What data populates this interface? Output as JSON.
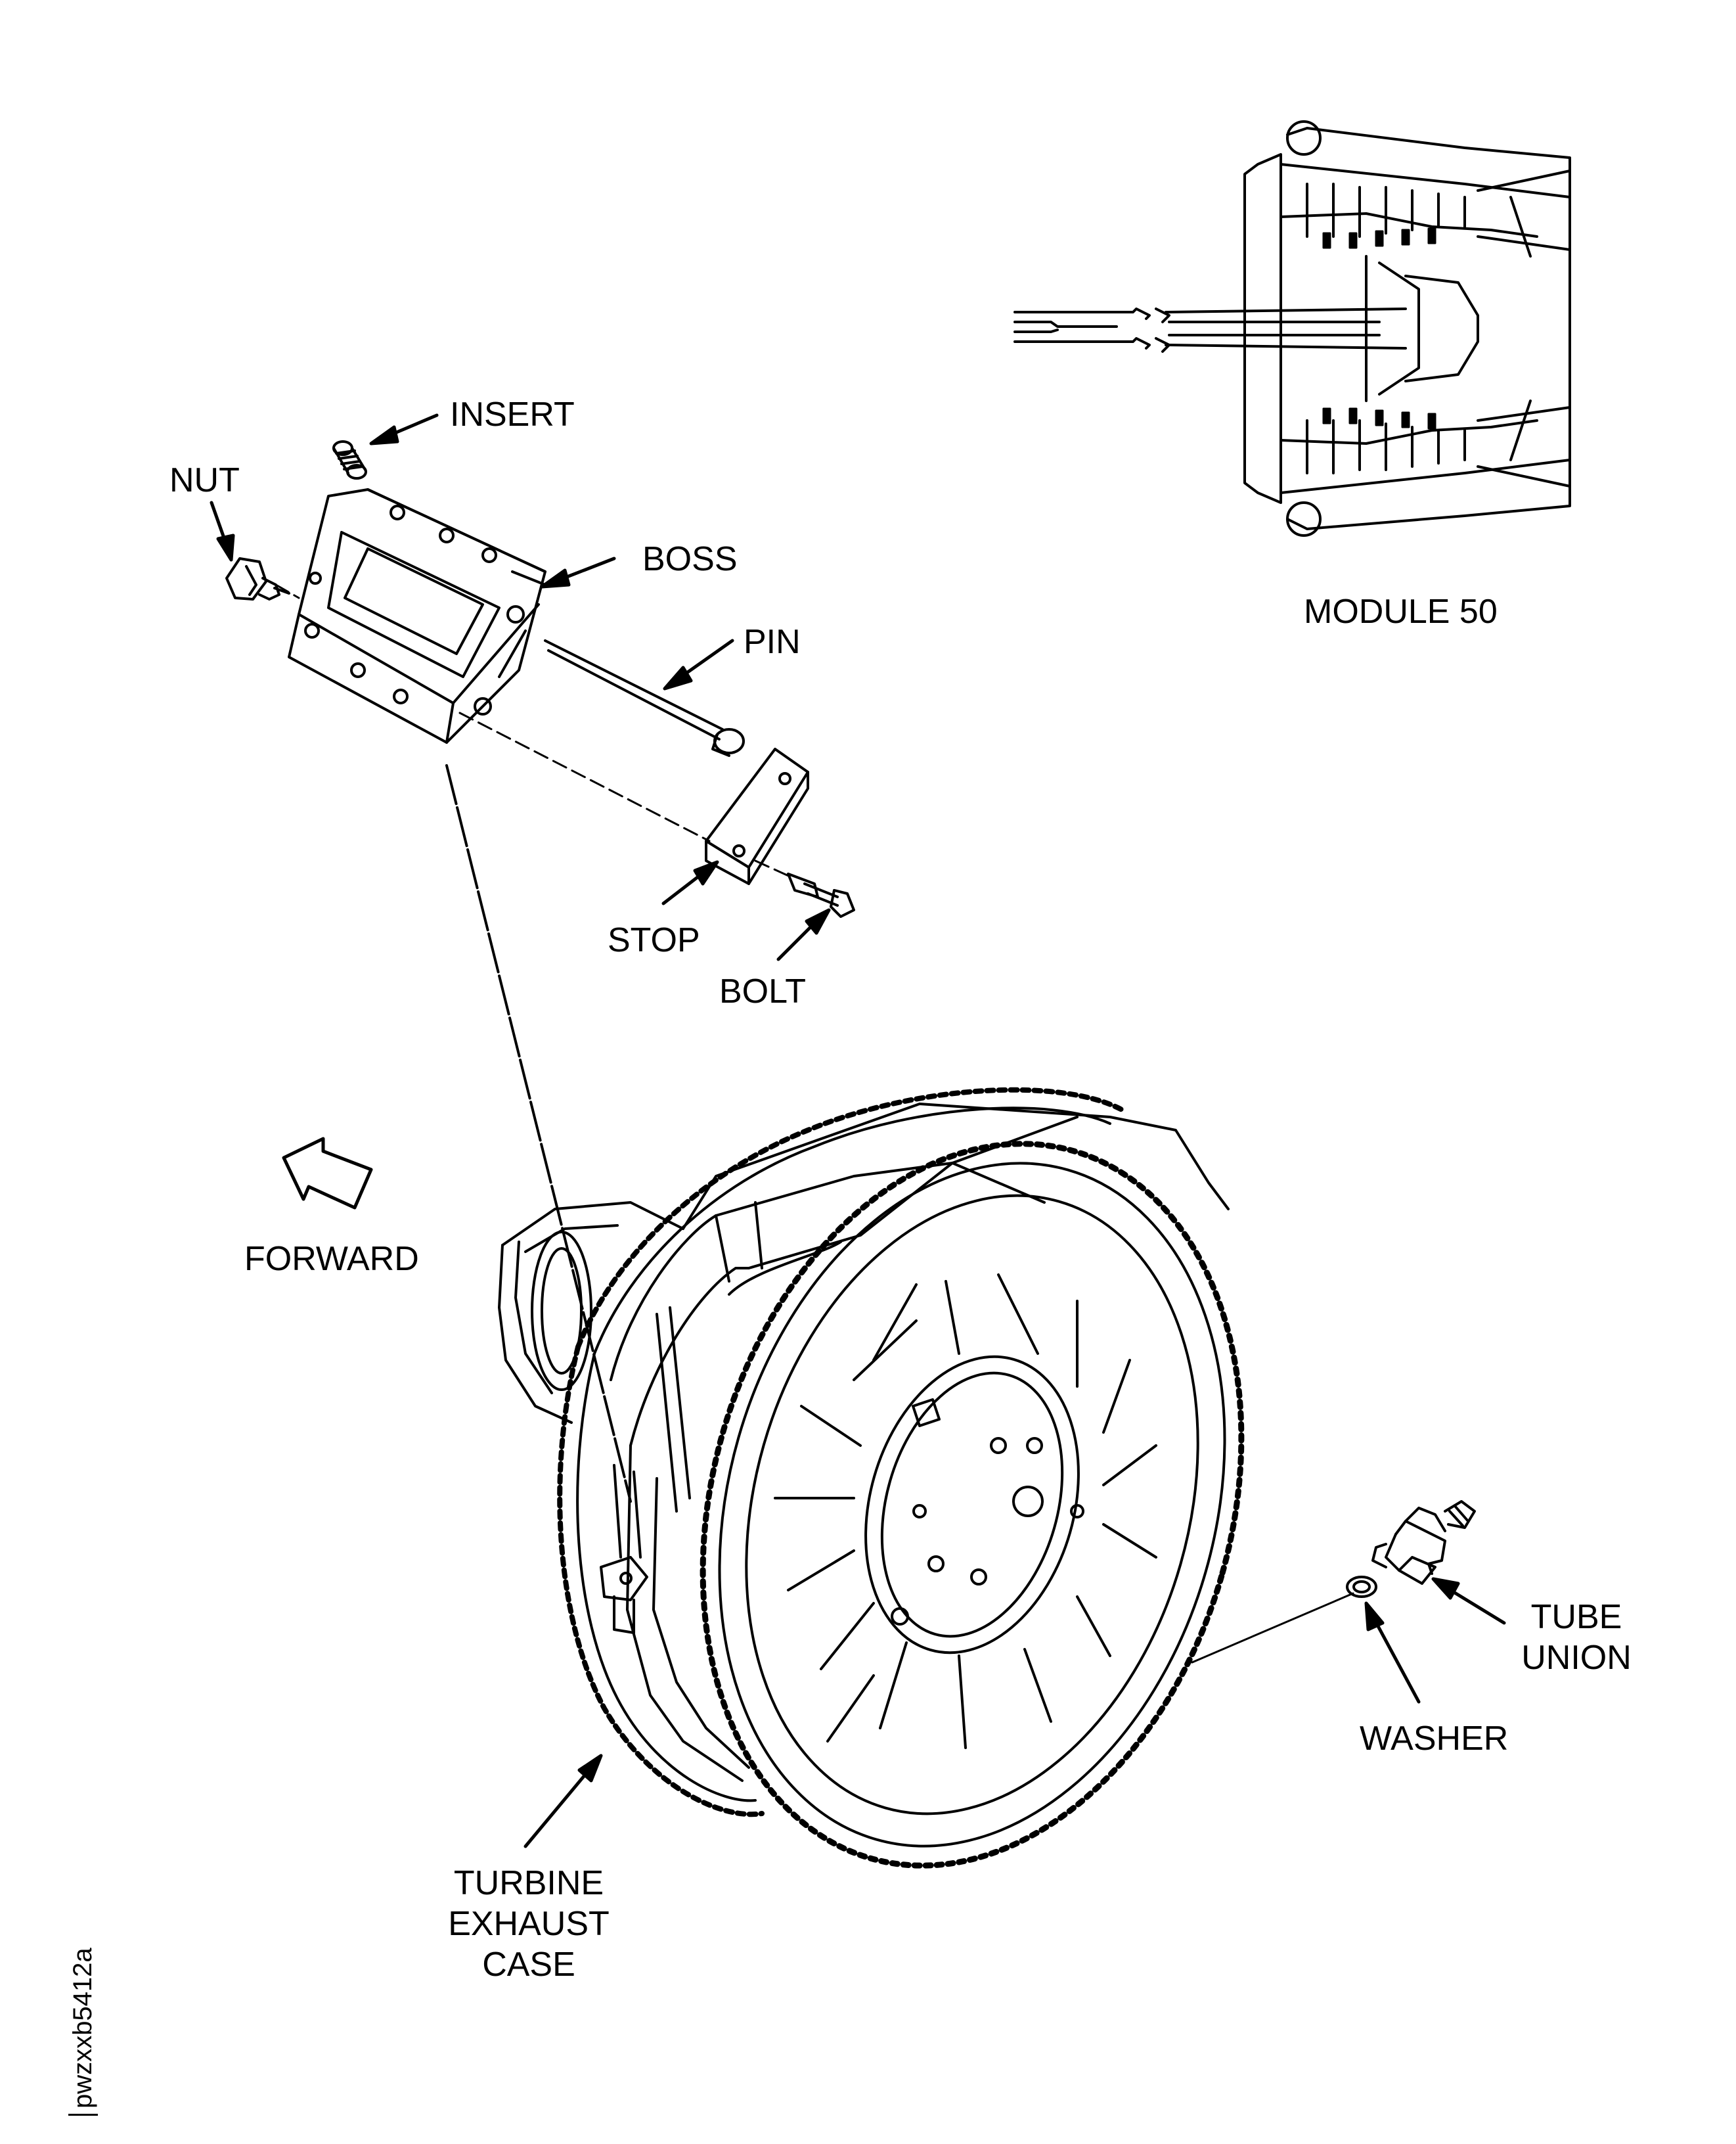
{
  "labels": {
    "insert": "INSERT",
    "nut": "NUT",
    "boss": "BOSS",
    "pin": "PIN",
    "stop": "STOP",
    "bolt": "BOLT",
    "module": "MODULE 50",
    "forward": "FORWARD",
    "tube_union": [
      "TUBE",
      "UNION"
    ],
    "washer": "WASHER",
    "turbine_exhaust_case": [
      "TURBINE",
      "EXHAUST",
      "CASE"
    ]
  },
  "figure_id": "pwzxxb5412a"
}
